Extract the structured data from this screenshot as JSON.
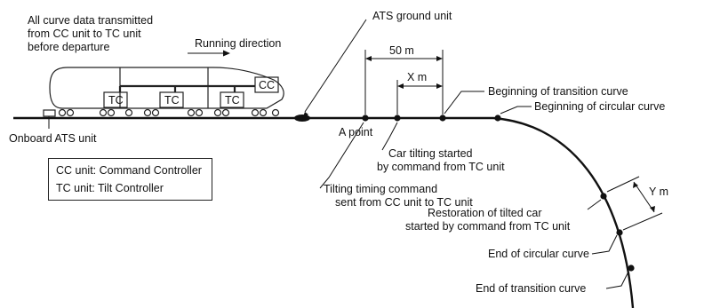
{
  "labels": {
    "curve_data_1": "All curve data transmitted",
    "curve_data_2": "from CC unit to TC unit",
    "curve_data_3": "before departure",
    "running_direction": "Running direction",
    "ats_ground_unit": "ATS ground unit",
    "distance_50m": "50 m",
    "distance_xm": "X m",
    "distance_ym": "Y m",
    "beginning_transition": "Beginning of transition curve",
    "beginning_circular": "Beginning of circular curve",
    "onboard_ats": "Onboard ATS unit",
    "a_point": "A point",
    "tilt_started_1": "Car tilting started",
    "tilt_started_2": "by command from TC unit",
    "timing_cmd_1": "Tilting timing command",
    "timing_cmd_2": "sent from CC unit to TC unit",
    "restoration_1": "Restoration of tilted car",
    "restoration_2": "started by command from TC unit",
    "end_circular": "End of circular curve",
    "end_transition": "End of transition curve",
    "tc1": "TC",
    "tc2": "TC",
    "tc3": "TC",
    "cc": "CC"
  },
  "legend": {
    "cc_line": "CC unit: Command Controller",
    "tc_line": "TC unit: Tilt Controller"
  }
}
